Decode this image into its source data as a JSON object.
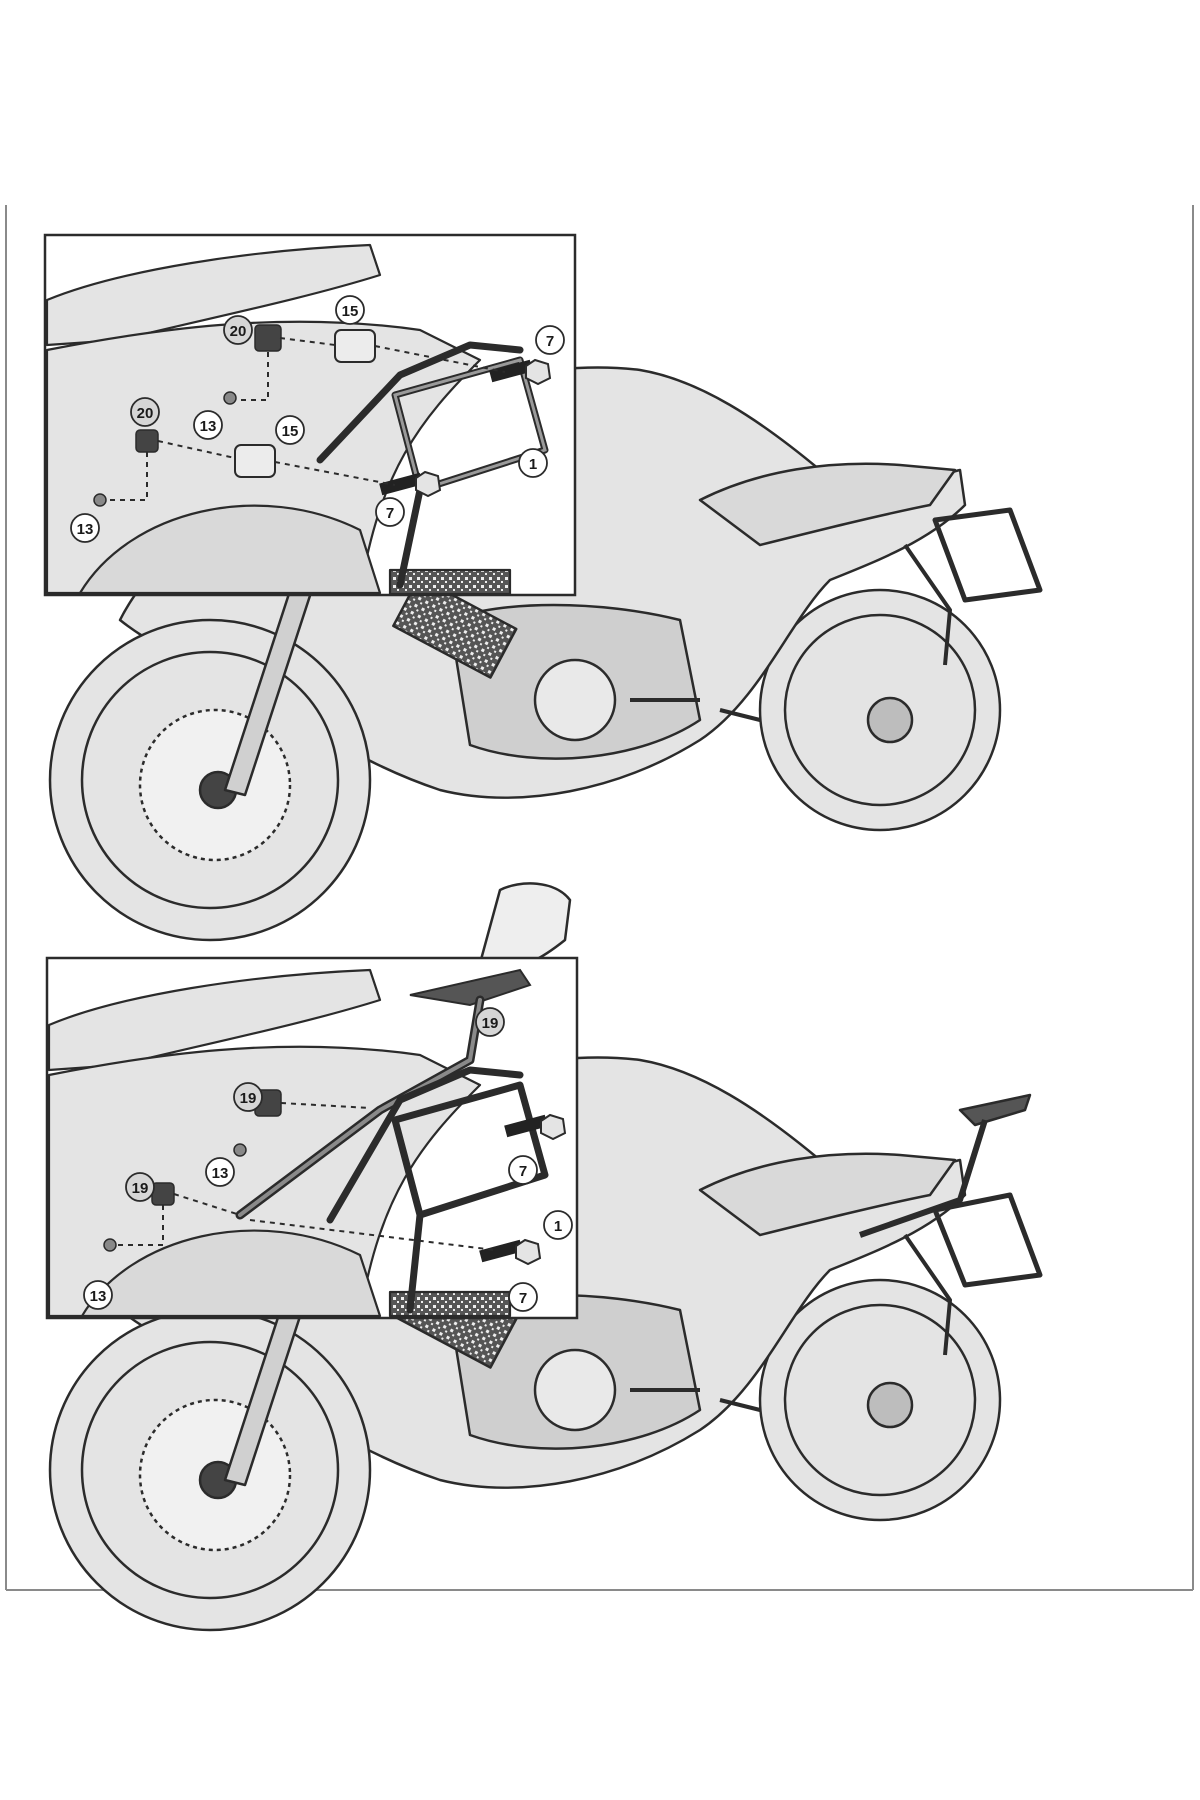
{
  "colors": {
    "paper": "#ffffff",
    "body_fill": "#e4e4e4",
    "line": "#2b2b2b",
    "bracket": "#6e6e6e",
    "callout_plain": "#ffffff",
    "callout_shaded": "#d6d6d6",
    "frame": "#8a8a8a"
  },
  "steps": [
    {
      "id": "step1",
      "callouts": [
        {
          "label": "15",
          "shaded": false
        },
        {
          "label": "20",
          "shaded": true
        },
        {
          "label": "7",
          "shaded": false
        },
        {
          "label": "20",
          "shaded": true
        },
        {
          "label": "13",
          "shaded": false
        },
        {
          "label": "15",
          "shaded": false
        },
        {
          "label": "1",
          "shaded": false
        },
        {
          "label": "7",
          "shaded": false
        },
        {
          "label": "13",
          "shaded": false
        }
      ]
    },
    {
      "id": "step2",
      "callouts": [
        {
          "label": "19",
          "shaded": true
        },
        {
          "label": "19",
          "shaded": true
        },
        {
          "label": "13",
          "shaded": false
        },
        {
          "label": "7",
          "shaded": false
        },
        {
          "label": "19",
          "shaded": true
        },
        {
          "label": "1",
          "shaded": false
        },
        {
          "label": "13",
          "shaded": false
        },
        {
          "label": "7",
          "shaded": false
        }
      ]
    }
  ]
}
